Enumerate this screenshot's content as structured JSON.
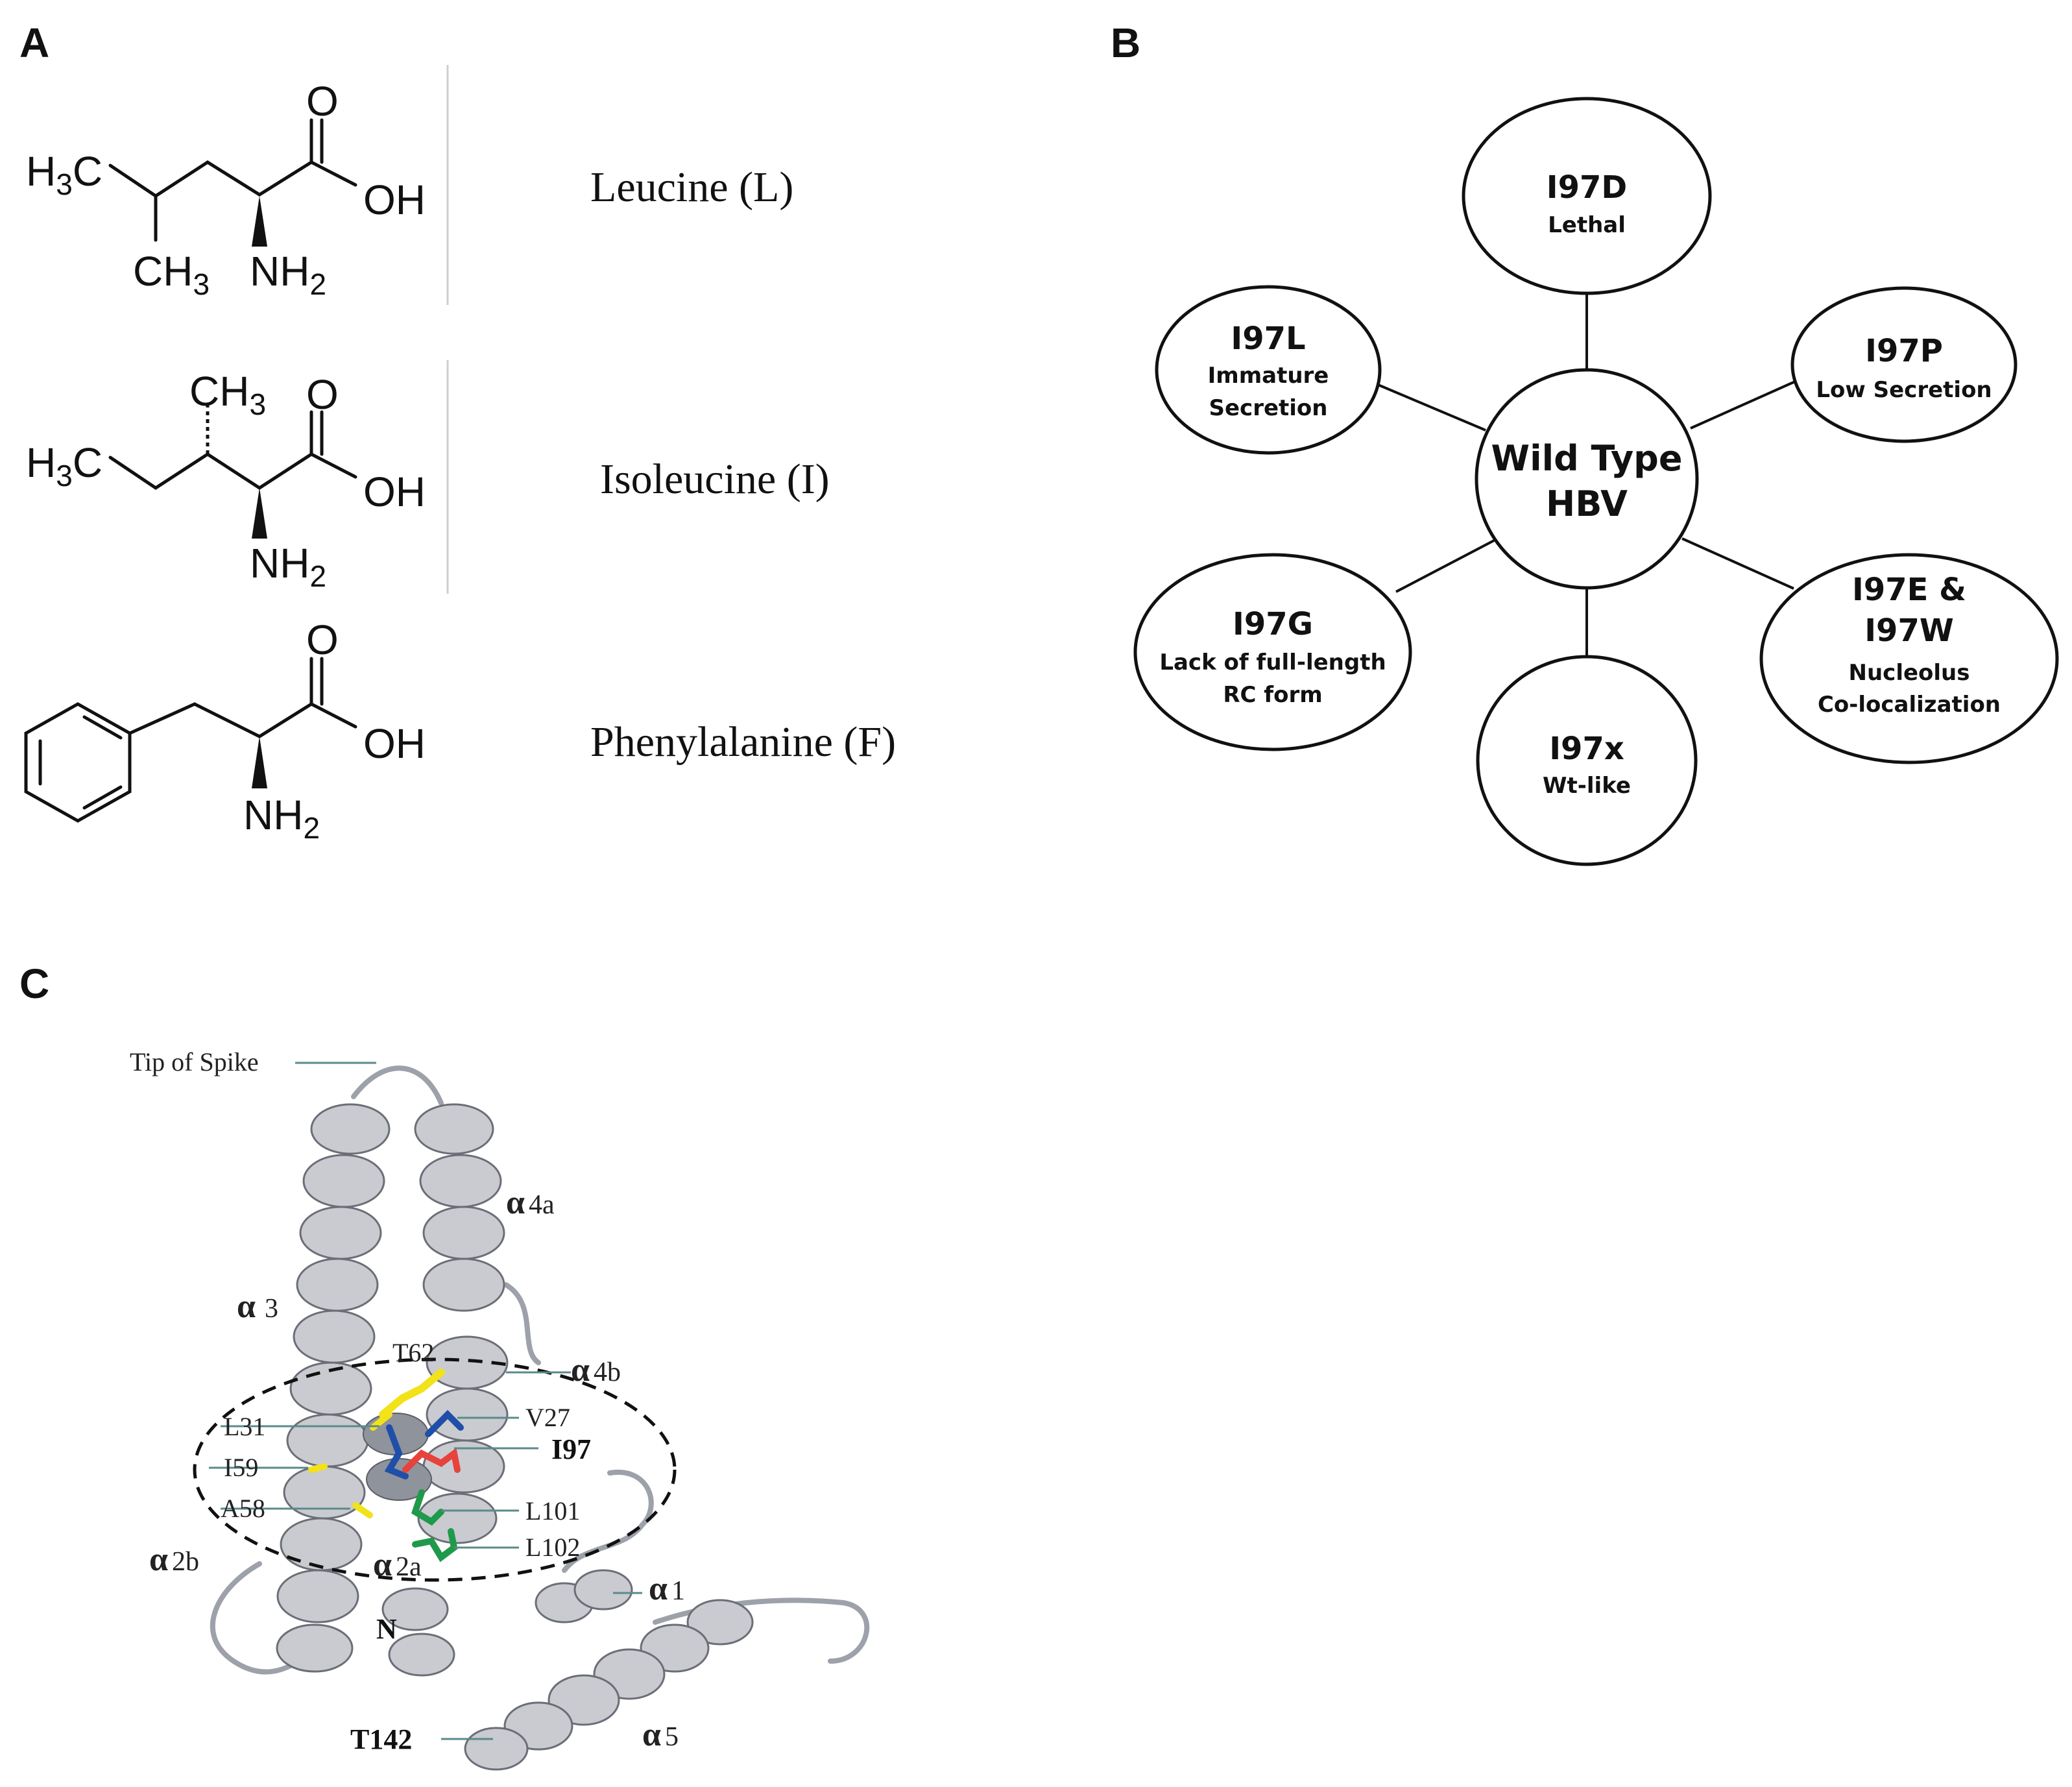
{
  "panels": {
    "a": "A",
    "b": "B",
    "c": "C"
  },
  "panel_a": {
    "amino_acids": [
      {
        "name": "Leucine (L)"
      },
      {
        "name": "Isoleucine (I)"
      },
      {
        "name": "Phenylalanine (F)"
      }
    ],
    "atoms": {
      "h3c": "H3C",
      "ch3": "CH3",
      "nh2": "NH2",
      "oh": "OH",
      "o": "O",
      "h": "H",
      "c": "C",
      "n": "N",
      "three": "3",
      "two": "2"
    }
  },
  "panel_b": {
    "center": {
      "line1": "Wild Type",
      "line2": "HBV"
    },
    "mutants": [
      {
        "title": "I97D",
        "desc1": "Lethal",
        "desc2": ""
      },
      {
        "title": "I97P",
        "desc1": "Low Secretion",
        "desc2": ""
      },
      {
        "title": "I97E &",
        "title2": "I97W",
        "desc1": "Nucleolus",
        "desc2": "Co-localization"
      },
      {
        "title": "I97x",
        "desc1": "Wt-like",
        "desc2": ""
      },
      {
        "title": "I97G",
        "desc1": "Lack of full-length",
        "desc2": "RC form"
      },
      {
        "title": "I97L",
        "desc1": "Immature",
        "desc2": "Secretion"
      }
    ]
  },
  "panel_c": {
    "labels": {
      "tip": "Tip of Spike",
      "t62": "T62",
      "v27": "V27",
      "i97": "I97",
      "l31": "L31",
      "i59": "I59",
      "a58": "A58",
      "l101": "L101",
      "l102": "L102",
      "n": "N",
      "t142": "T142"
    },
    "helices": {
      "alpha": "α",
      "h4a": "4a",
      "h3": "3",
      "h4b": "4b",
      "h2b": "2b",
      "h2a": "2a",
      "h1": "1",
      "h5": "5"
    },
    "residue_colors": {
      "yellow": "#f2e21a",
      "blue": "#1f4fa8",
      "red": "#e8423c",
      "green": "#1f9a4a"
    }
  }
}
